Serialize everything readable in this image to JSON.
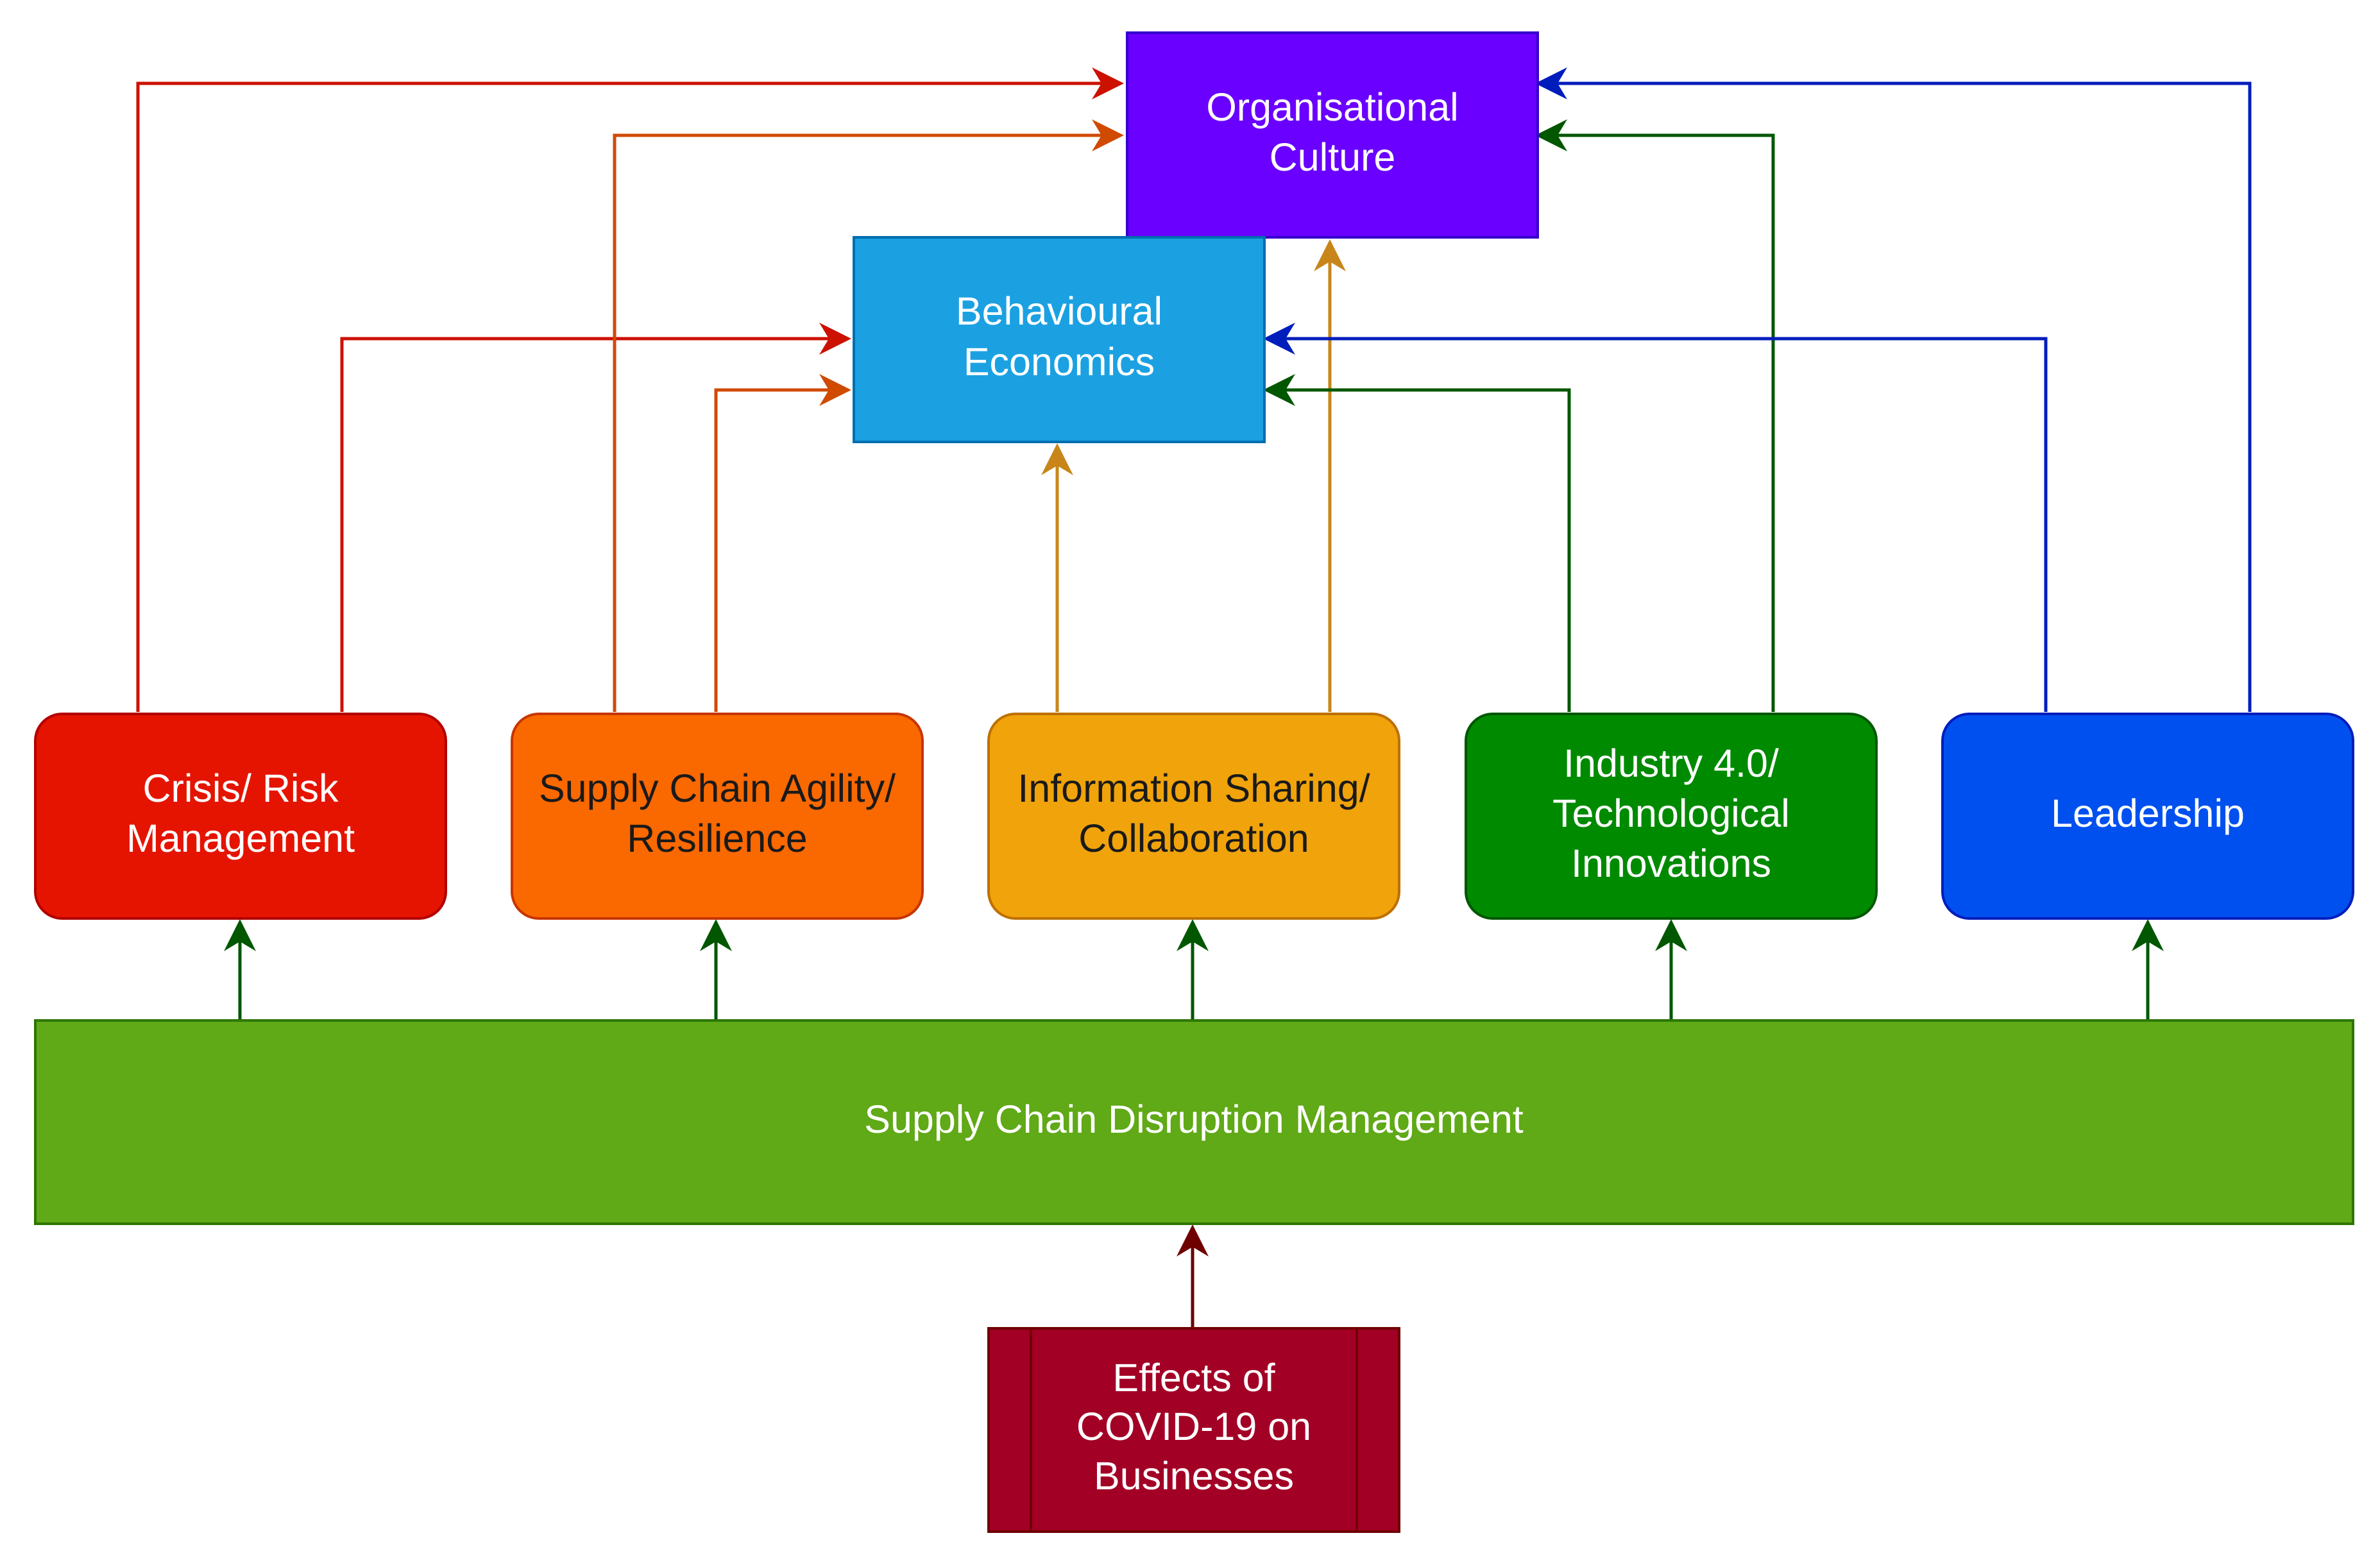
{
  "nodes": {
    "organisational_culture": {
      "lines": [
        "Organisational",
        "Culture"
      ],
      "color": "#6a00ff"
    },
    "behavioural_economics": {
      "lines": [
        "Behavioural",
        "Economics"
      ],
      "color": "#1ba1e2"
    },
    "crisis_risk": {
      "lines": [
        "Crisis/ Risk",
        "Management"
      ],
      "color": "#e51400"
    },
    "agility_resilience": {
      "lines": [
        "Supply Chain Agility/",
        "Resilience"
      ],
      "color": "#fa6800"
    },
    "information_sharing": {
      "lines": [
        "Information Sharing/",
        "Collaboration"
      ],
      "color": "#f0a30a"
    },
    "industry40": {
      "lines": [
        "Industry 4.0/",
        "Technological",
        "Innovations"
      ],
      "color": "#008a00"
    },
    "leadership": {
      "lines": [
        "Leadership"
      ],
      "color": "#0050ef"
    },
    "disruption_management": {
      "lines": [
        "Supply Chain Disruption Management"
      ],
      "color": "#60a917"
    },
    "covid_effects": {
      "lines": [
        "Effects of",
        "COVID-19 on",
        "Businesses"
      ],
      "color": "#a20025"
    }
  },
  "arrow_colors": {
    "crisis_risk": "#cc1100",
    "agility_resilience": "#d04a00",
    "information_sharing": "#c8861a",
    "industry40": "#005700",
    "leadership": "#001dbc",
    "disruption_management": "#005700",
    "covid_effects": "#6f0000"
  }
}
